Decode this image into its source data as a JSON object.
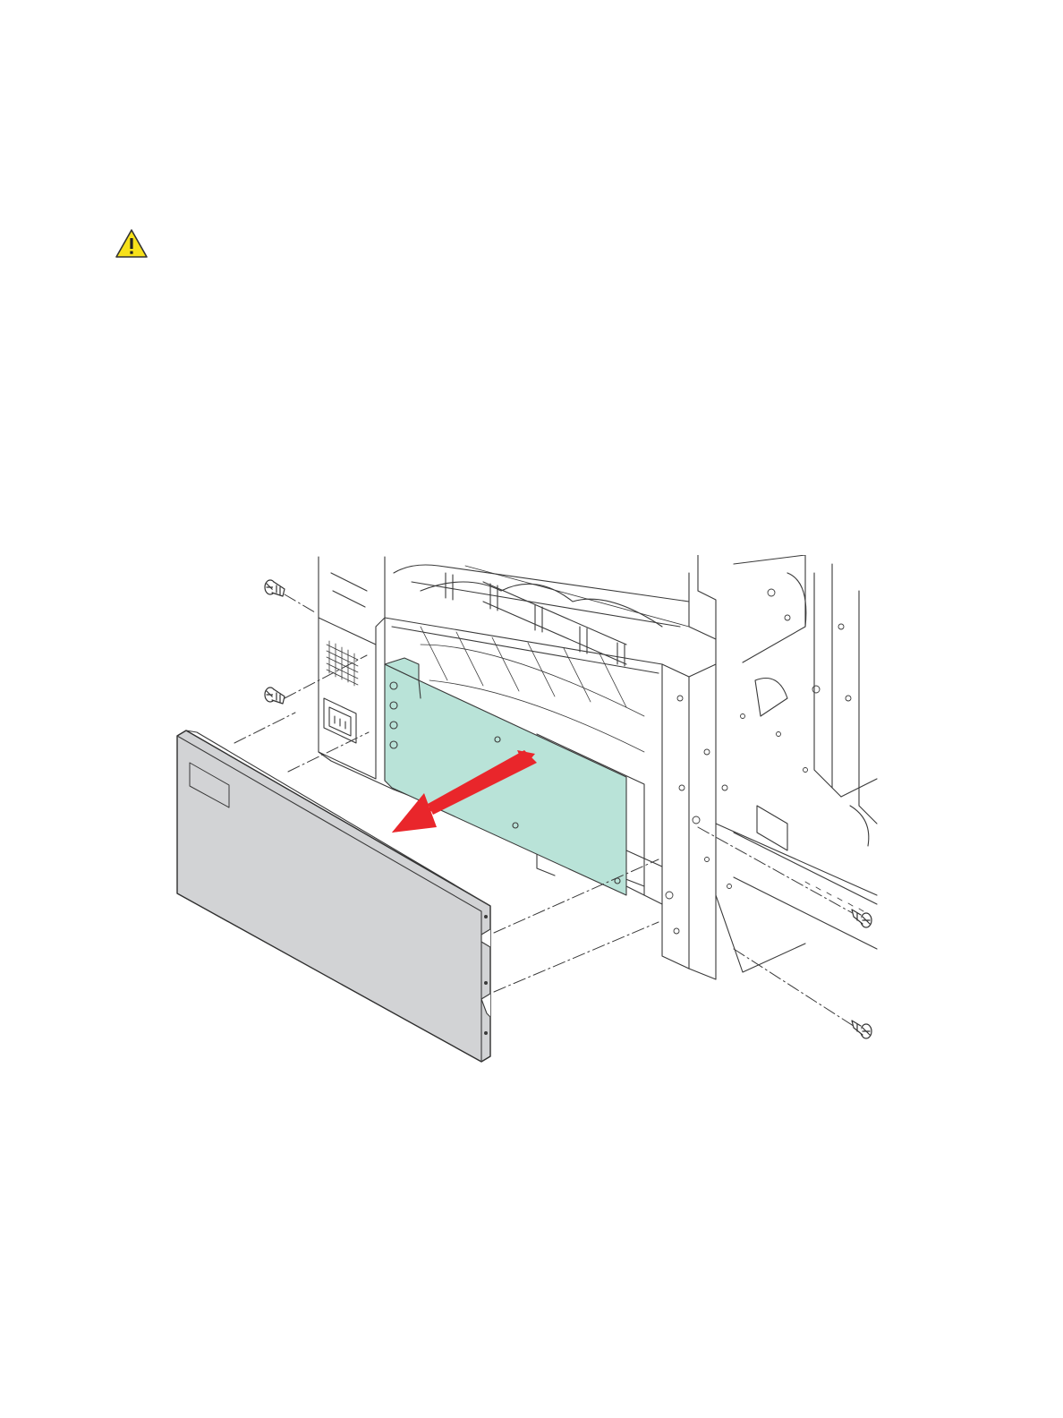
{
  "page": {
    "background": "#ffffff"
  },
  "warning": {
    "icon": "warning-triangle-icon",
    "fill": "#f7e11a",
    "stroke": "#333333"
  },
  "diagram": {
    "subject": "printer-rear-cover-removal",
    "colors": {
      "line": "#3a3a3a",
      "cover_fill": "#d2d3d5",
      "board_fill": "#b9e3d8",
      "arrow": "#e9262b"
    },
    "icons": [
      "screw-icon",
      "red-arrow-icon",
      "cover-panel",
      "control-board"
    ]
  }
}
